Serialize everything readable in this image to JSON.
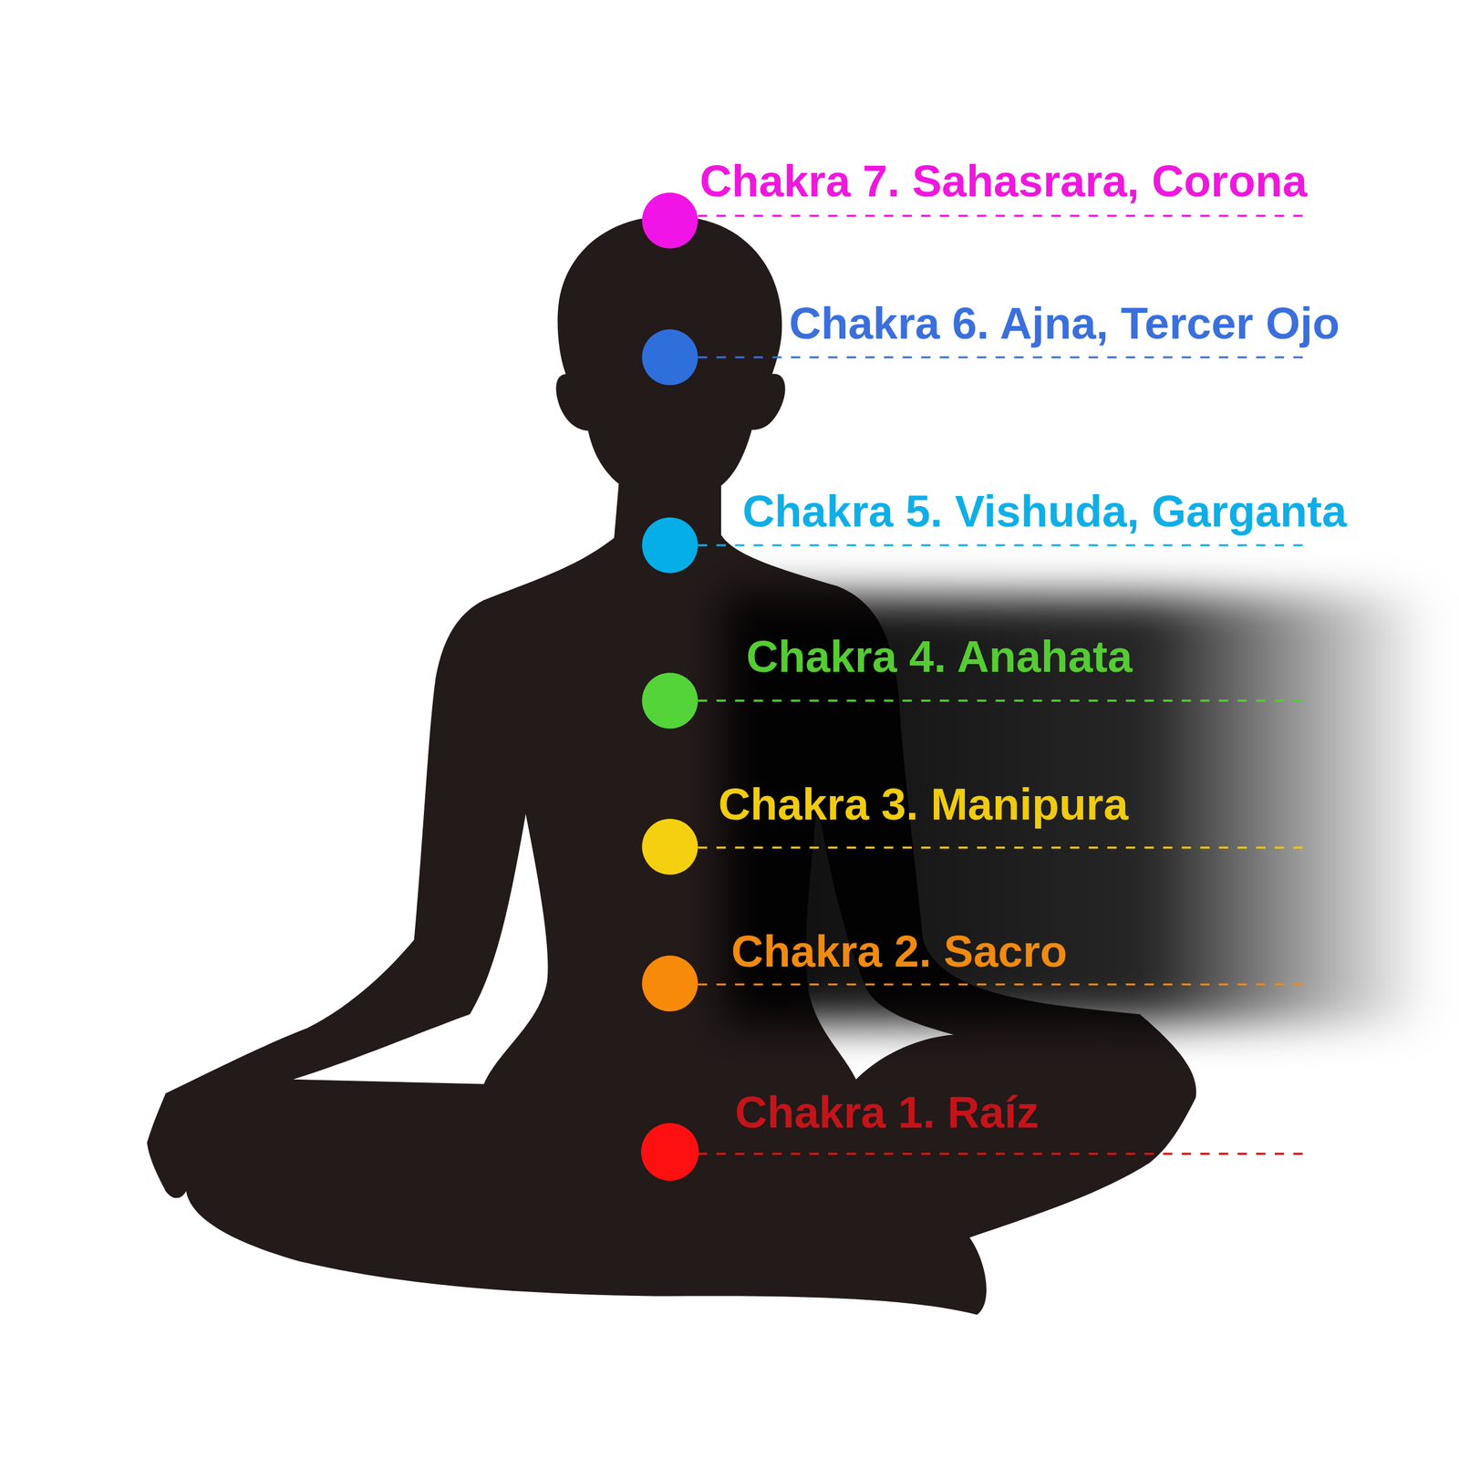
{
  "diagram": {
    "labels": [
      "Chakra 7. Sahasrara, Corona",
      "Chakra 6. Ajna, Tercer Ojo",
      "Chakra 5. Vishuda, Garganta",
      "Chakra 4. Anahata",
      "Chakra 3. Manipura",
      "Chakra 2. Sacro",
      "Chakra 1. Raíz"
    ]
  }
}
